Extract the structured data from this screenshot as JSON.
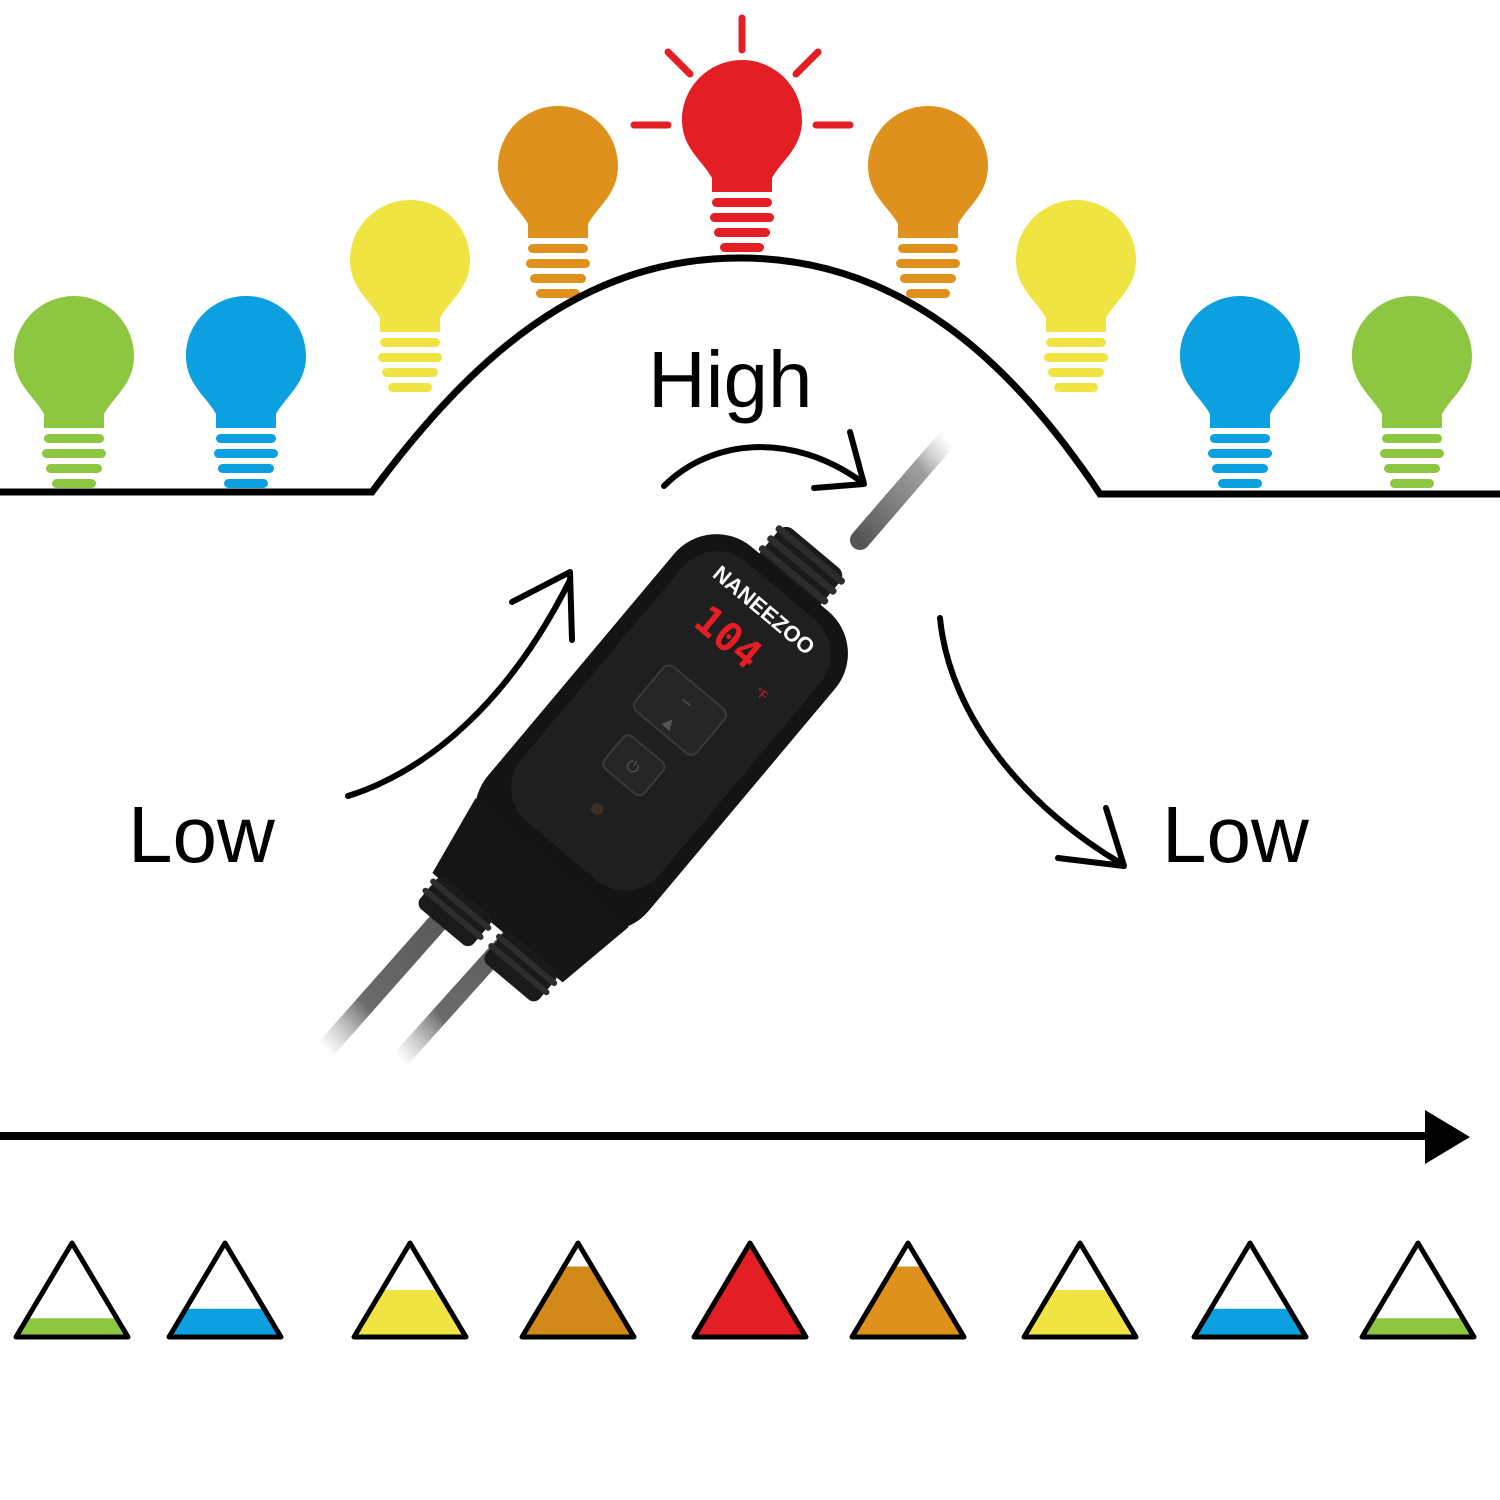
{
  "labels": {
    "high": "High",
    "low_left": "Low",
    "low_right": "Low"
  },
  "controller": {
    "brand": "NANEEZOO",
    "display_value": "104",
    "display_unit": "°F"
  },
  "colors": {
    "green": "#8DC641",
    "blue": "#0CA0E0",
    "yellow": "#F0E442",
    "orange": "#DE921D",
    "amber": "#D18A1A",
    "red": "#E31E24",
    "line": "#000000"
  },
  "bulbs": [
    {
      "color": "green",
      "level": 0.2,
      "icon": "light-bulb-icon"
    },
    {
      "color": "blue",
      "level": 0.3,
      "icon": "light-bulb-icon"
    },
    {
      "color": "yellow",
      "level": 0.5,
      "icon": "light-bulb-icon"
    },
    {
      "color": "orange",
      "level": 0.75,
      "icon": "light-bulb-icon"
    },
    {
      "color": "red",
      "level": 1.0,
      "icon": "glowing-light-bulb-icon"
    },
    {
      "color": "orange",
      "level": 0.75,
      "icon": "light-bulb-icon"
    },
    {
      "color": "yellow",
      "level": 0.5,
      "icon": "light-bulb-icon"
    },
    {
      "color": "blue",
      "level": 0.3,
      "icon": "light-bulb-icon"
    },
    {
      "color": "green",
      "level": 0.2,
      "icon": "light-bulb-icon"
    }
  ],
  "heat_levels": [
    {
      "color": "green",
      "fill": 0.2
    },
    {
      "color": "blue",
      "fill": 0.3
    },
    {
      "color": "yellow",
      "fill": 0.5
    },
    {
      "color": "amber",
      "fill": 0.75
    },
    {
      "color": "red",
      "fill": 1.0
    },
    {
      "color": "orange",
      "fill": 0.75
    },
    {
      "color": "yellow",
      "fill": 0.5
    },
    {
      "color": "blue",
      "fill": 0.3
    },
    {
      "color": "green",
      "fill": 0.2
    }
  ]
}
